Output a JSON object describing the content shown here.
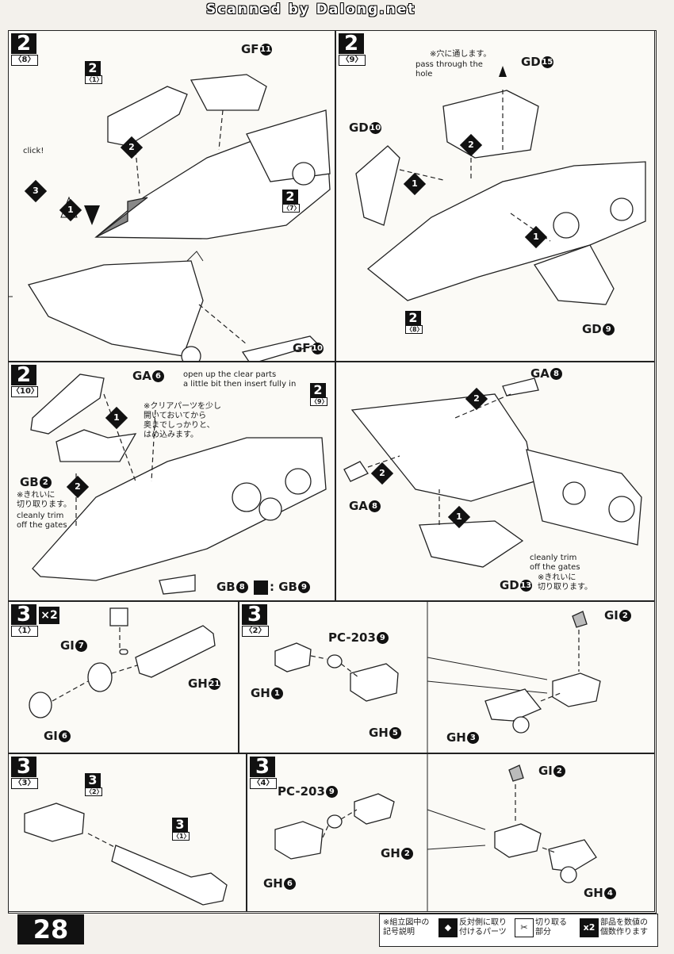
{
  "header": {
    "scan_credit": "Scanned by Dalong.net"
  },
  "panels": {
    "p1": {
      "step": "2",
      "sub": "〈8〉",
      "labels": {
        "gf11": "GF",
        "gf10": "GF",
        "click": "click!",
        "ref1_sub": "〈1〉",
        "ref7_sub": "〈7〉"
      },
      "circles": {
        "gf11": "11",
        "gf10": "10"
      }
    },
    "p2": {
      "step": "2",
      "sub": "〈9〉",
      "labels": {
        "gd15": "GD",
        "gd10": "GD",
        "gd9": "GD",
        "ref8_sub": "〈8〉"
      },
      "circles": {
        "gd15": "15",
        "gd10": "10",
        "gd9": "9"
      },
      "note_jp": "※穴に通します。",
      "note_en": "pass through the\nhole"
    },
    "p3": {
      "step": "2",
      "sub": "〈10〉",
      "labels": {
        "ga6": "GA",
        "gb2": "GB",
        "gb8": "GB",
        "gb9": "GB",
        "ref9_sub": "〈9〉"
      },
      "circles": {
        "ga6": "6",
        "gb2": "2",
        "gb8": "8",
        "gb9": "9"
      },
      "note_en": "open up the clear parts\na little bit then insert fully in",
      "note_jp": "※クリアパーツを少し\n開いておいてから\n奥までしっかりと、\nはめ込みます。",
      "trim_jp": "※きれいに\n切り取ります。",
      "trim_en": "cleanly trim\noff the gates"
    },
    "p4": {
      "labels": {
        "ga8a": "GA",
        "ga8b": "GA",
        "gd13": "GD"
      },
      "circles": {
        "ga8a": "8",
        "ga8b": "8",
        "gd13": "13"
      },
      "trim_en": "cleanly trim\noff the gates",
      "trim_jp": "※きれいに\n切り取ります。"
    },
    "p5": {
      "step": "3",
      "sub": "〈1〉",
      "mult": "×2",
      "labels": {
        "gi7": "GI",
        "gh21": "GH",
        "gi6": "GI"
      },
      "circles": {
        "gi7": "7",
        "gh21": "21",
        "gi6": "6"
      }
    },
    "p6": {
      "step": "3",
      "sub": "〈2〉",
      "labels": {
        "pc": "PC-203",
        "gh1": "GH",
        "gh5": "GH",
        "gi2": "GI",
        "gh3": "GH"
      },
      "circles": {
        "pc": "9",
        "gh1": "1",
        "gh5": "5",
        "gi2": "2",
        "gh3": "3"
      }
    },
    "p7": {
      "step": "3",
      "sub": "〈3〉",
      "labels": {
        "ref2_sub": "〈2〉",
        "ref1_sub": "〈1〉"
      }
    },
    "p8": {
      "step": "3",
      "sub": "〈4〉",
      "labels": {
        "pc": "PC-203",
        "gh2": "GH",
        "gh6": "GH",
        "gi2": "GI",
        "gh4": "GH"
      },
      "circles": {
        "pc": "9",
        "gh2": "2",
        "gh6": "6",
        "gi2": "2",
        "gh4": "4"
      }
    }
  },
  "footer": {
    "page_number": "28",
    "legend_title": "※組立図中の\n記号説明",
    "legend_items": [
      {
        "icon": "opposite-side-icon",
        "text": "反対側に取り\n付けるパーツ"
      },
      {
        "icon": "cutter-icon",
        "text": "切り取る\n部分"
      },
      {
        "icon": "x2",
        "text": "部品を数値の\n個数作ります"
      }
    ]
  }
}
